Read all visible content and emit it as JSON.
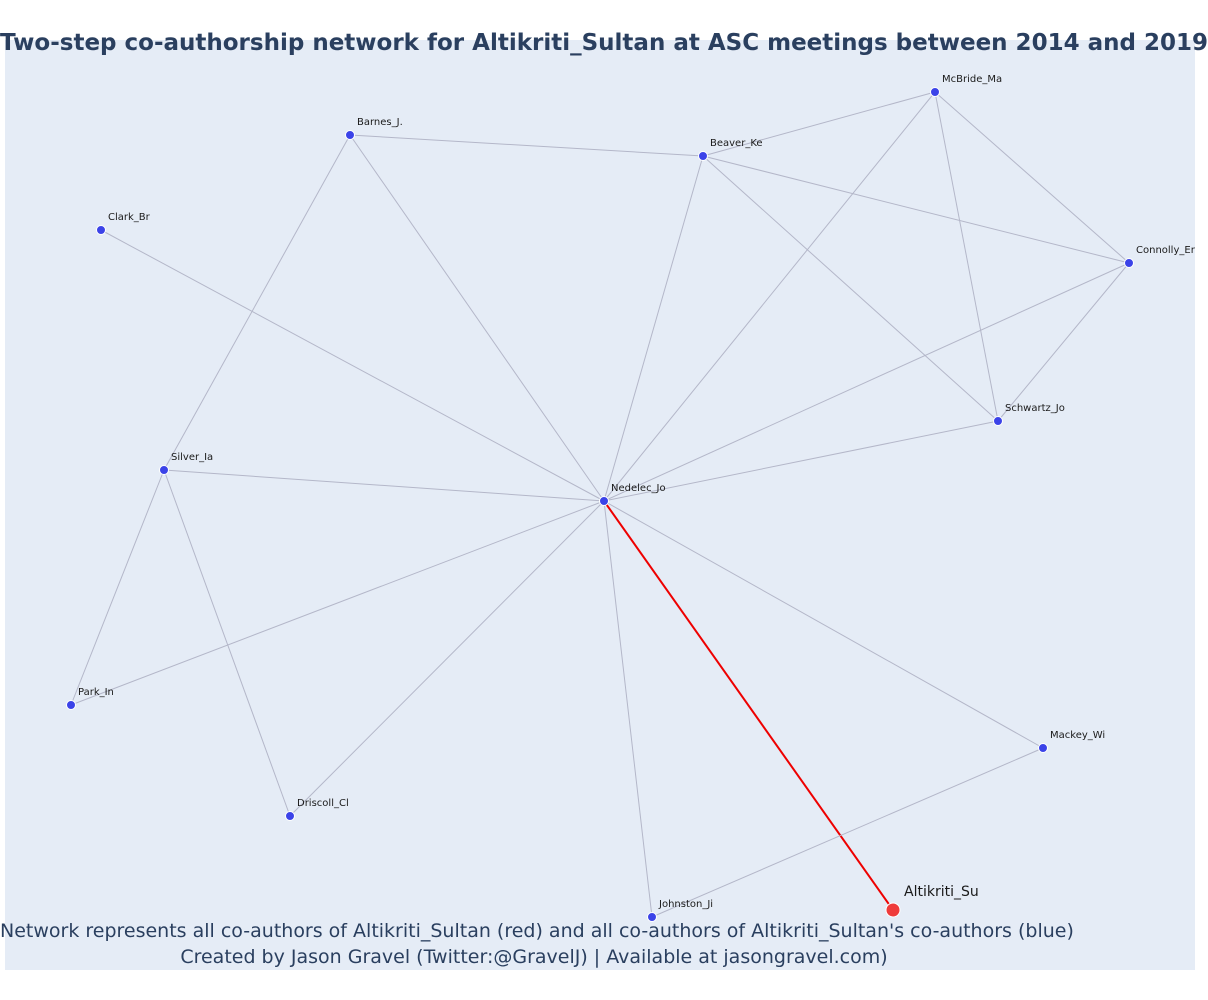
{
  "title": "Two-step co-authorship network for Altikriti_Sultan at ASC meetings between 2014 and 2019",
  "caption": {
    "line1": "Network represents all co-authors of Altikriti_Sultan (red) and all co-authors of Altikriti_Sultan's co-authors (blue)",
    "line2": "Created by Jason Gravel (Twitter:@GravelJ) | Available at jasongravel.com)"
  },
  "colors": {
    "ego": "#ef3b3b",
    "coauthor": "#3b43e8",
    "twostep": "#3b43e8",
    "ego_edge": "#ee0000",
    "edge": "#b4b7c9"
  },
  "nodes": [
    {
      "id": "Altikriti_Su",
      "label": "Altikriti_Su",
      "role": "ego"
    },
    {
      "id": "Nedelec_Jo",
      "label": "Nedelec_Jo",
      "role": "coauthor"
    },
    {
      "id": "Barnes_J.",
      "label": "Barnes_J.",
      "role": "twostep"
    },
    {
      "id": "Beaver_Ke",
      "label": "Beaver_Ke",
      "role": "twostep"
    },
    {
      "id": "McBride_Ma",
      "label": "McBride_Ma",
      "role": "twostep"
    },
    {
      "id": "Clark_Br",
      "label": "Clark_Br",
      "role": "twostep"
    },
    {
      "id": "Connolly_Er",
      "label": "Connolly_Er",
      "role": "twostep"
    },
    {
      "id": "Schwartz_Jo",
      "label": "Schwartz_Jo",
      "role": "twostep"
    },
    {
      "id": "Silver_Ia",
      "label": "Silver_Ia",
      "role": "twostep"
    },
    {
      "id": "Park_In",
      "label": "Park_In",
      "role": "twostep"
    },
    {
      "id": "Driscoll_Cl",
      "label": "Driscoll_Cl",
      "role": "twostep"
    },
    {
      "id": "Johnston_Ji",
      "label": "Johnston_Ji",
      "role": "twostep"
    },
    {
      "id": "Mackey_Wi",
      "label": "Mackey_Wi",
      "role": "twostep"
    }
  ],
  "edges": [
    [
      "Altikriti_Su",
      "Nedelec_Jo"
    ],
    [
      "Nedelec_Jo",
      "Barnes_J."
    ],
    [
      "Nedelec_Jo",
      "Beaver_Ke"
    ],
    [
      "Nedelec_Jo",
      "McBride_Ma"
    ],
    [
      "Nedelec_Jo",
      "Clark_Br"
    ],
    [
      "Nedelec_Jo",
      "Connolly_Er"
    ],
    [
      "Nedelec_Jo",
      "Schwartz_Jo"
    ],
    [
      "Nedelec_Jo",
      "Silver_Ia"
    ],
    [
      "Nedelec_Jo",
      "Park_In"
    ],
    [
      "Nedelec_Jo",
      "Driscoll_Cl"
    ],
    [
      "Nedelec_Jo",
      "Johnston_Ji"
    ],
    [
      "Nedelec_Jo",
      "Mackey_Wi"
    ],
    [
      "Barnes_J.",
      "Beaver_Ke"
    ],
    [
      "Barnes_J.",
      "Silver_Ia"
    ],
    [
      "Beaver_Ke",
      "McBride_Ma"
    ],
    [
      "Beaver_Ke",
      "Connolly_Er"
    ],
    [
      "Beaver_Ke",
      "Schwartz_Jo"
    ],
    [
      "McBride_Ma",
      "Connolly_Er"
    ],
    [
      "McBride_Ma",
      "Schwartz_Jo"
    ],
    [
      "Connolly_Er",
      "Schwartz_Jo"
    ],
    [
      "Silver_Ia",
      "Park_In"
    ],
    [
      "Silver_Ia",
      "Driscoll_Cl"
    ],
    [
      "Johnston_Ji",
      "Mackey_Wi"
    ]
  ]
}
